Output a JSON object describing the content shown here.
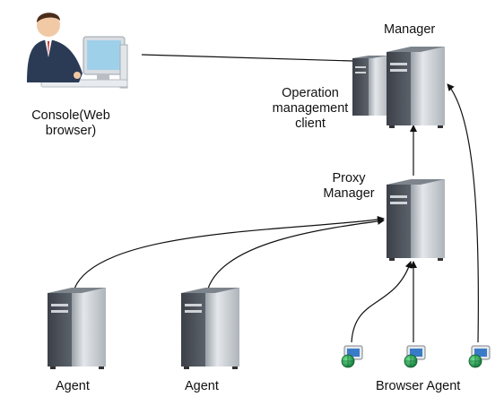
{
  "diagram": {
    "labels": {
      "manager": "Manager",
      "operation_client_lines": [
        "Operation",
        "management",
        "client"
      ],
      "console_lines": [
        "Console(Web",
        "browser)"
      ],
      "proxy_lines": [
        "Proxy",
        "Manager"
      ],
      "agent_1": "Agent",
      "agent_2": "Agent",
      "browser_agent": "Browser Agent"
    },
    "nodes": [
      {
        "id": "console",
        "icon": "person-at-computer-icon"
      },
      {
        "id": "operation-management-client",
        "icon": "server-tower-icon"
      },
      {
        "id": "manager",
        "icon": "server-tower-icon"
      },
      {
        "id": "proxy-manager",
        "icon": "server-tower-icon"
      },
      {
        "id": "agent-1",
        "icon": "server-tower-icon"
      },
      {
        "id": "agent-2",
        "icon": "server-tower-icon"
      },
      {
        "id": "browser-agent-1",
        "icon": "globe-computer-icon"
      },
      {
        "id": "browser-agent-2",
        "icon": "globe-computer-icon"
      },
      {
        "id": "browser-agent-3",
        "icon": "globe-computer-icon"
      }
    ],
    "edges": [
      {
        "from": "console",
        "to": "operation-management-client",
        "arrow": false
      },
      {
        "from": "proxy-manager",
        "to": "manager",
        "arrow": true
      },
      {
        "from": "agent-1",
        "to": "proxy-manager",
        "arrow": true
      },
      {
        "from": "agent-2",
        "to": "proxy-manager",
        "arrow": true
      },
      {
        "from": "browser-agent-1",
        "to": "proxy-manager",
        "arrow": true
      },
      {
        "from": "browser-agent-2",
        "to": "proxy-manager",
        "arrow": true
      },
      {
        "from": "browser-agent-3",
        "to": "manager",
        "arrow": true
      }
    ],
    "colors": {
      "server_front": "#4a4f58",
      "server_side": "#c9ced3",
      "line": "#111111",
      "suit": "#2b3a55",
      "globe": "#1d8f4a"
    }
  }
}
